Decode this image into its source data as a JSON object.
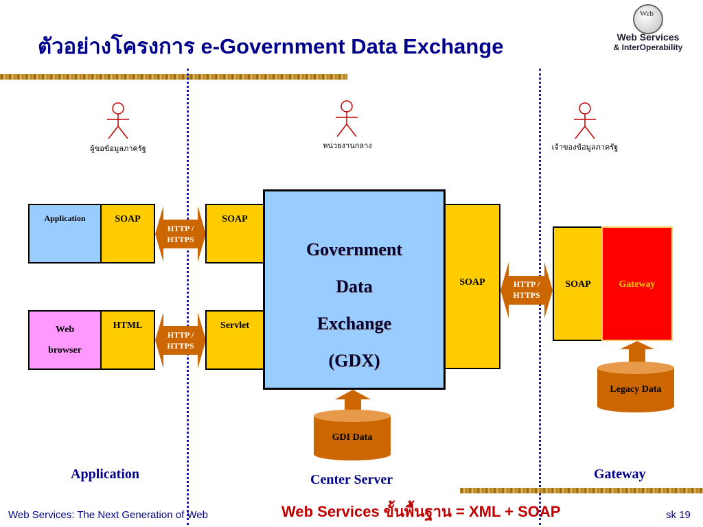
{
  "title": "ตัวอย่างโครงการ e-Government Data Exchange",
  "logo": {
    "circle_text": "Web",
    "line1": "Web Services",
    "line2": "& InterOperability"
  },
  "actors": {
    "left": "ผู้ขอข้อมูลภาครัฐ",
    "center": "หน่วยงานกลาง",
    "right": "เจ้าของข้อมูลภาครัฐ"
  },
  "app_row": {
    "application": "Application",
    "soap": "SOAP"
  },
  "browser_row": {
    "web": "Web",
    "browser": "browser",
    "html": "HTML"
  },
  "arrows": {
    "top": {
      "line1": "HTTP /",
      "line2": "HTTPS"
    },
    "bottom": {
      "line1": "HTTP /",
      "line2": "HTTPS"
    },
    "right": {
      "line1": "HTTP /",
      "line2": "HTTPS"
    }
  },
  "center": {
    "soap": "SOAP",
    "servlet": "Servlet",
    "gdx_lines": [
      "Government",
      "Data",
      "Exchange",
      "(GDX)"
    ],
    "right_soap": "SOAP"
  },
  "gateway_side": {
    "soap": "SOAP",
    "gateway": "Gateway"
  },
  "databases": {
    "gdi": "GDI Data",
    "legacy": "Legacy Data"
  },
  "sections": {
    "application": "Application",
    "center": "Center Server",
    "gateway": "Gateway"
  },
  "footer": {
    "left": "Web Services: The Next Generation of Web",
    "center": "Web Services ขั้นพื้นฐาน = XML + SOAP",
    "right": "sk 19"
  },
  "colors": {
    "title": "#00008b",
    "soap_box": "#ffcc00",
    "application_box": "#99ccff",
    "web_browser_box": "#ff99ff",
    "gateway_box": "#ff0000",
    "arrow": "#cc6600",
    "gdx_box": "#99ccff",
    "footer_center": "#c00000"
  }
}
